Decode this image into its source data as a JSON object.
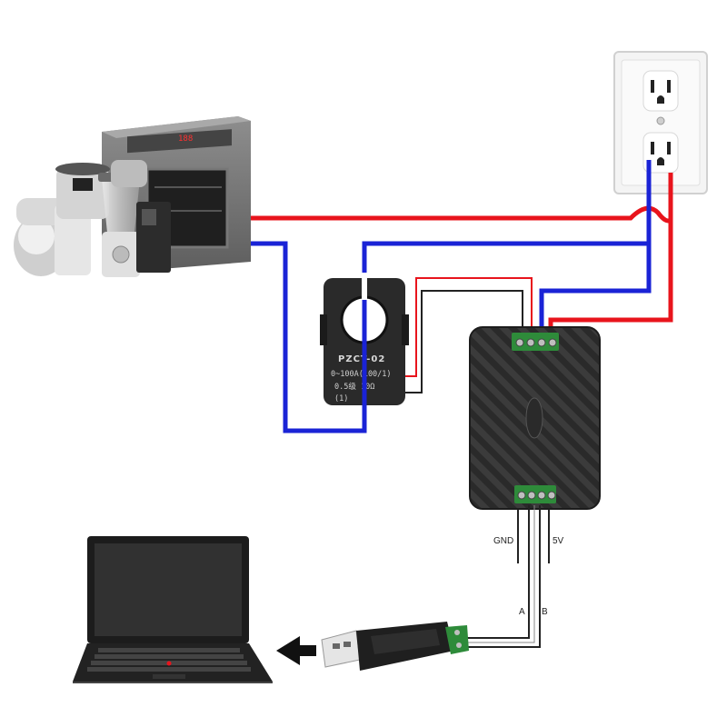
{
  "colors": {
    "live_wire": "#e8141c",
    "neutral_wire": "#1a23d6",
    "signal_wire": "#222222",
    "module_body": "#3a3a3a",
    "terminal_green": "#2e8b3a"
  },
  "appliances": {
    "oven_display": "188"
  },
  "current_transformer": {
    "model": "PZCT-02",
    "spec_line1": "0~100A(100/1)",
    "spec_line2": "0.5级 10Ω",
    "spec_line3": "(1)"
  },
  "rs485_labels": {
    "gnd": "GND",
    "five_v": "5V",
    "a": "A",
    "b": "B"
  },
  "icons": [
    "wall-outlet-icon",
    "kitchen-appliances-icon",
    "current-transformer-icon",
    "power-meter-module-icon",
    "usb-rs485-converter-icon",
    "laptop-icon",
    "arrow-left-icon"
  ]
}
